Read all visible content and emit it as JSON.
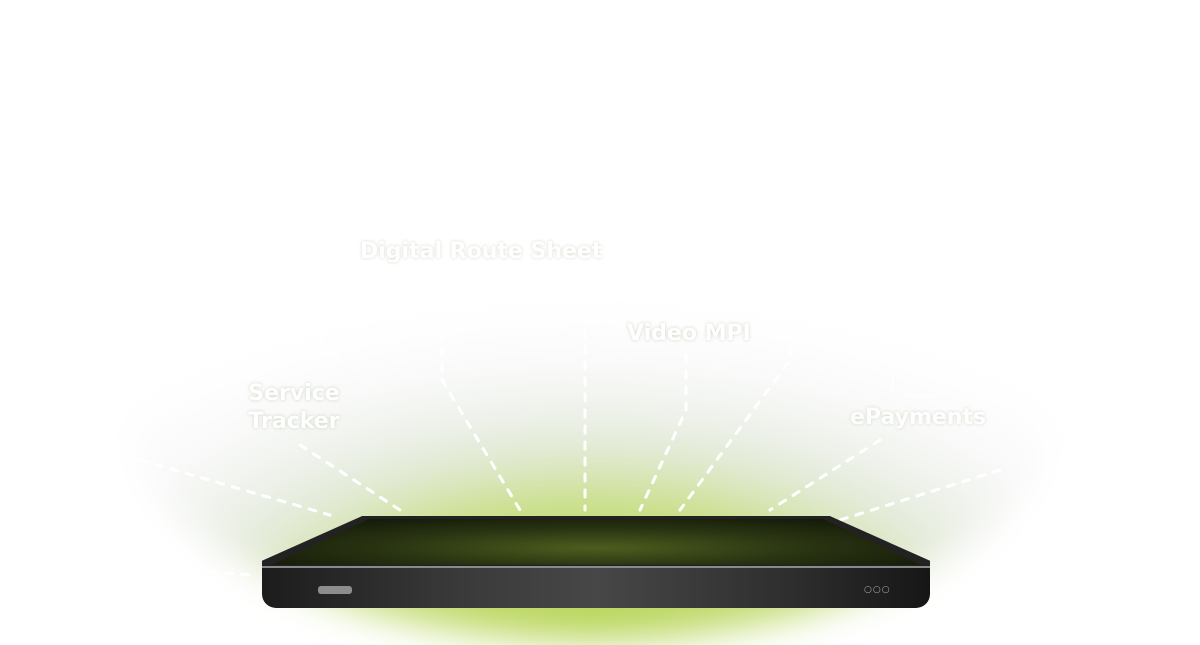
{
  "features": [
    {
      "label": "Digital Route Sheet",
      "icon": "document-route-icon"
    },
    {
      "label": "Service Tracker",
      "icon": "car-inspection-icon"
    },
    {
      "label": "Video MPI",
      "icon": "tablet-tools-icon"
    },
    {
      "label": "ePayments",
      "icon": "phone-payment-icon"
    }
  ],
  "colors": {
    "burst": "#b8d45a",
    "phone": "#2e2e2e"
  }
}
